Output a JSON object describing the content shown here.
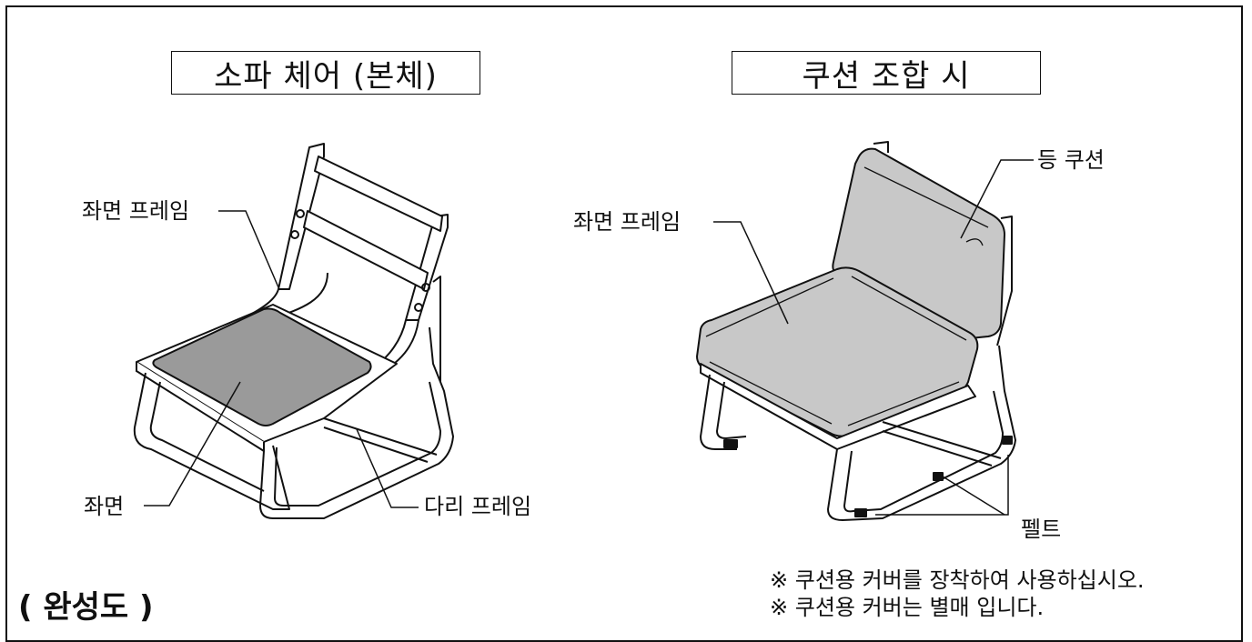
{
  "left_panel": {
    "title": "소파 체어 (본체)",
    "labels": {
      "seat_frame": "좌면 프레임",
      "seat": "좌면",
      "leg_frame": "다리 프레임"
    }
  },
  "right_panel": {
    "title": "쿠션 조합 시",
    "labels": {
      "seat_frame": "좌면 프레임",
      "back_cushion": "등 쿠션",
      "felt": "펠트"
    }
  },
  "footer": {
    "caption": "( 완성도 )"
  },
  "notes": [
    "※ 쿠션용 커버를 장착하여 사용하십시오.",
    "※ 쿠션용 커버는 별매 입니다."
  ],
  "colors": {
    "line": "#111111",
    "cushion_fill": "#c8c8c8",
    "seat_fill": "#9a9a9a",
    "background": "#ffffff"
  }
}
